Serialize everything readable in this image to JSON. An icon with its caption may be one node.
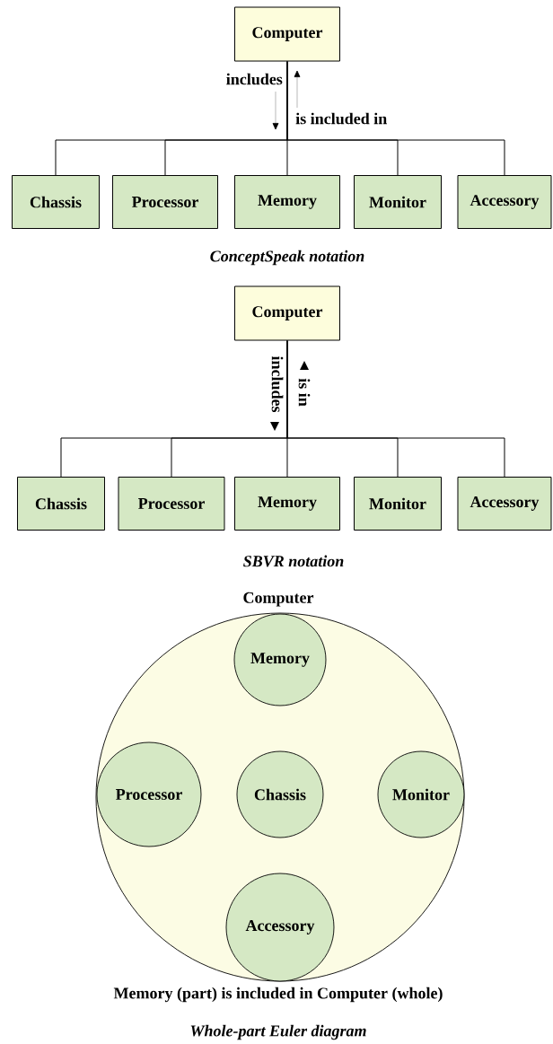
{
  "diagram": {
    "nodes": [
      {
        "text": [
          "Computer"
        ]
      },
      {
        "text": [
          "Chassis"
        ]
      },
      {
        "text": [
          "Processor"
        ]
      },
      {
        "text": [
          "Memory"
        ]
      },
      {
        "text": [
          "Monitor"
        ]
      },
      {
        "text": [
          "Accessory"
        ]
      },
      {
        "text": [
          "Computer"
        ]
      },
      {
        "text": [
          "Chassis"
        ]
      },
      {
        "text": [
          "Processor"
        ]
      },
      {
        "text": [
          "Memory"
        ]
      },
      {
        "text": [
          "Monitor"
        ]
      },
      {
        "text": [
          "Accessory"
        ]
      },
      {
        "text": [
          "Computer"
        ]
      },
      {
        "text": [
          "Memory"
        ],
        "in": 12
      },
      {
        "text": [
          "Processor"
        ],
        "in": 12
      },
      {
        "text": [
          "Chassis"
        ],
        "in": 12
      },
      {
        "text": [
          "Monitor"
        ],
        "in": 12
      },
      {
        "text": [
          "Accessory"
        ],
        "in": 12
      }
    ],
    "edges": [
      {
        "from": 0,
        "to": 1,
        "arrow": "none"
      },
      {
        "from": 0,
        "to": 2,
        "arrow": "none"
      },
      {
        "from": 0,
        "to": 3,
        "arrow": "none"
      },
      {
        "from": 0,
        "to": 4,
        "arrow": "none"
      },
      {
        "from": 0,
        "to": 5,
        "arrow": "none"
      },
      {
        "from": 6,
        "to": 7,
        "arrow": "none"
      },
      {
        "from": 6,
        "to": 8,
        "arrow": "none"
      },
      {
        "from": 6,
        "to": 9,
        "arrow": "none"
      },
      {
        "from": 6,
        "to": 10,
        "arrow": "none"
      },
      {
        "from": 6,
        "to": 11,
        "arrow": "none"
      }
    ],
    "labels": [
      "includes",
      "is included in",
      "ConceptSpeak notation",
      "includes",
      "is in",
      "SBVR notation",
      "Memory (part) is included in Computer (whole)",
      "Whole-part Euler diagram"
    ]
  }
}
